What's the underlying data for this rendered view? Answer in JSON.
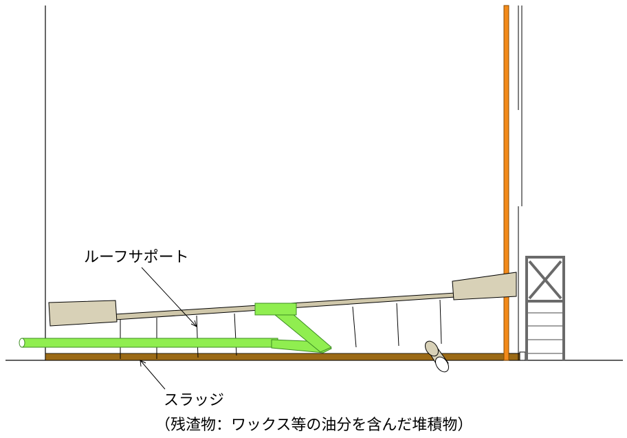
{
  "labels": {
    "roof_support": "ルーフサポート",
    "sludge": "スラッジ",
    "sludge_note": "（残渣物：ワックス等の油分を含んだ堆積物）"
  },
  "colors": {
    "outline": "#000000",
    "background": "#ffffff",
    "roof_pontoon": "#d8d1b7",
    "roof_beam": "#cfc7aa",
    "pipe_green": "#90ee50",
    "pipe_green_outline": "#4aa82a",
    "sludge_layer": "#9b6a16",
    "vertical_pipe": "#f28a1a",
    "tower_frame": "#6a6a6a",
    "small_pipe": "#d8d1b7"
  }
}
